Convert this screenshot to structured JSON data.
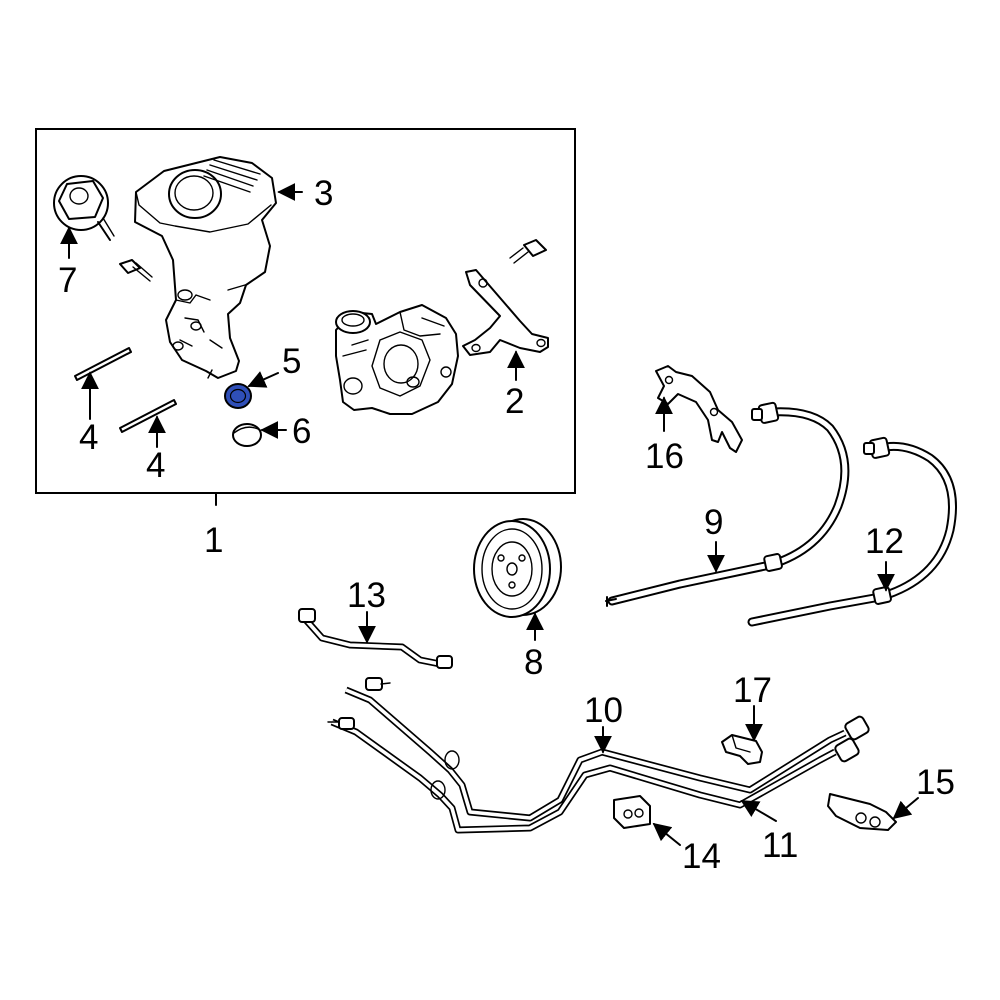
{
  "diagram": {
    "highlight_color": "#2f4fb8",
    "highlighted_part": "5",
    "callouts": {
      "c1": "1",
      "c2": "2",
      "c3": "3",
      "c4a": "4",
      "c4b": "4",
      "c5": "5",
      "c6": "6",
      "c7": "7",
      "c8": "8",
      "c9": "9",
      "c10": "10",
      "c11": "11",
      "c12": "12",
      "c13": "13",
      "c14": "14",
      "c15": "15",
      "c16": "16",
      "c17": "17"
    },
    "parts": [
      {
        "id": "1",
        "name": "pump-assembly-group"
      },
      {
        "id": "2",
        "name": "pump-bracket"
      },
      {
        "id": "3",
        "name": "reservoir"
      },
      {
        "id": "4",
        "name": "pin"
      },
      {
        "id": "5",
        "name": "seal-ring"
      },
      {
        "id": "6",
        "name": "cap"
      },
      {
        "id": "7",
        "name": "reservoir-cap"
      },
      {
        "id": "8",
        "name": "pulley"
      },
      {
        "id": "9",
        "name": "pressure-hose"
      },
      {
        "id": "10",
        "name": "line"
      },
      {
        "id": "11",
        "name": "line"
      },
      {
        "id": "12",
        "name": "return-hose"
      },
      {
        "id": "13",
        "name": "hose"
      },
      {
        "id": "14",
        "name": "clamp"
      },
      {
        "id": "15",
        "name": "bracket"
      },
      {
        "id": "16",
        "name": "bracket"
      },
      {
        "id": "17",
        "name": "clip"
      }
    ]
  }
}
